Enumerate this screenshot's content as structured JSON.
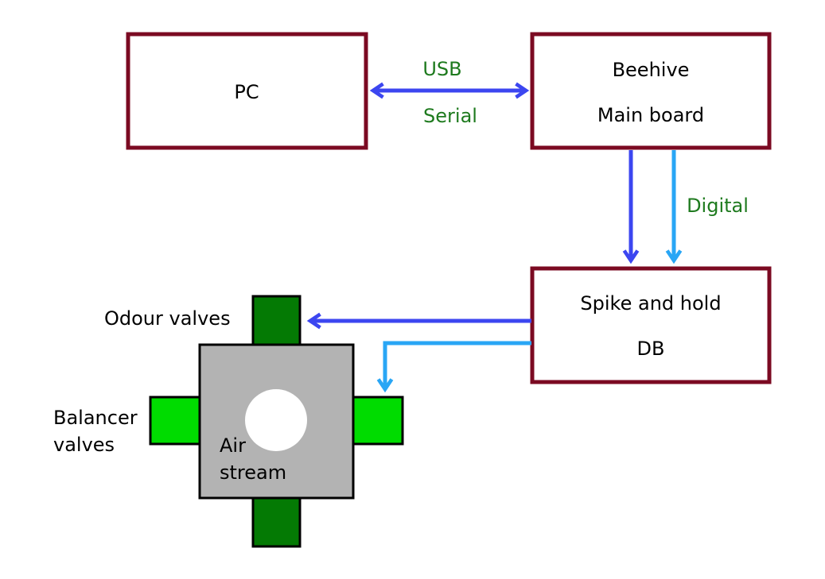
{
  "colors": {
    "box_border": "#7b0a22",
    "arrow_dark": "#3c46f0",
    "arrow_light": "#29a6f5",
    "label_green": "#1e7a1e",
    "text": "#000000",
    "chamber": "#b3b3b3",
    "valve_dark": "#047a04",
    "valve_light": "#00dc00",
    "air_hole": "#ffffff"
  },
  "boxes": {
    "pc": {
      "label": "PC"
    },
    "main_board": {
      "line1": "Beehive",
      "line2": "Main board"
    },
    "driver": {
      "line1": "Spike and hold",
      "line2": "DB"
    }
  },
  "connections": {
    "usb": "USB",
    "serial": "Serial",
    "digital": "Digital"
  },
  "valves": {
    "odour_label": "Odour valves",
    "balancer_line1": "Balancer",
    "balancer_line2": "valves"
  },
  "chamber": {
    "line1": "Air",
    "line2": "stream"
  }
}
